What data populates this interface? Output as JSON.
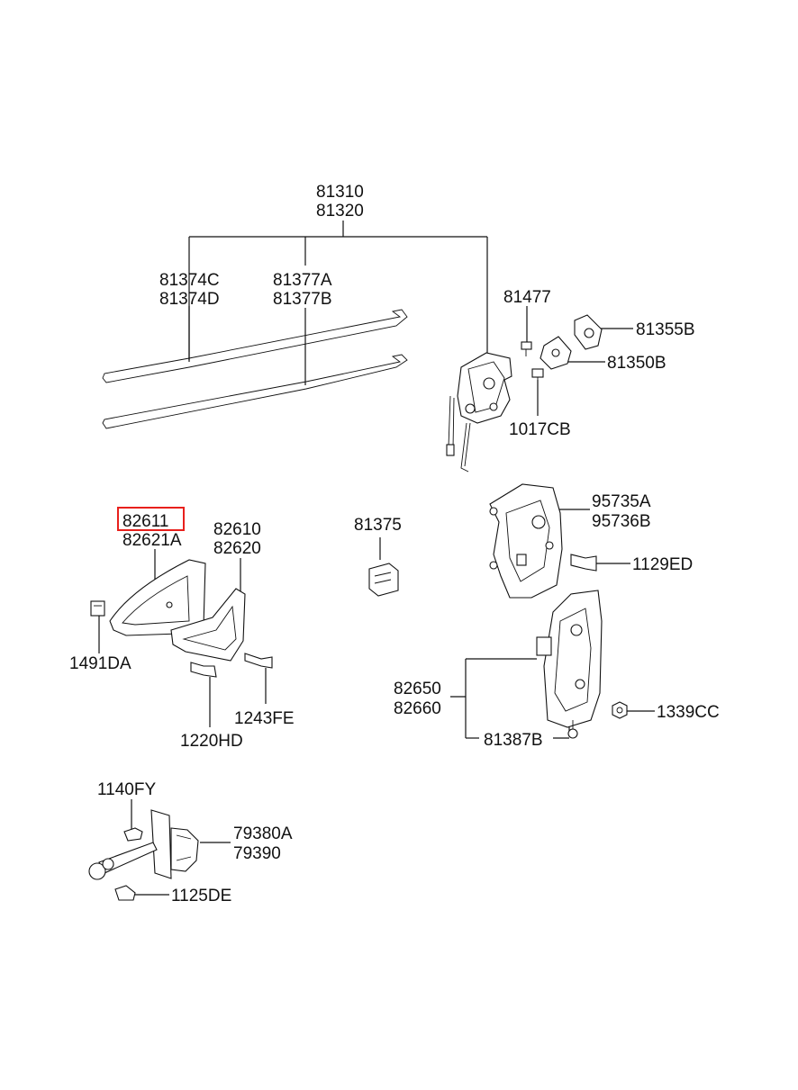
{
  "labels": {
    "l81310": "81310",
    "l81320": "81320",
    "l81374C": "81374C",
    "l81374D": "81374D",
    "l81377A": "81377A",
    "l81377B": "81377B",
    "l81477": "81477",
    "l81355B": "81355B",
    "l81350B": "81350B",
    "l1017CB": "1017CB",
    "l82611": "82611",
    "l82621A": "82621A",
    "l82610": "82610",
    "l82620": "82620",
    "l81375": "81375",
    "l95735A": "95735A",
    "l95736B": "95736B",
    "l1129ED": "1129ED",
    "l1491DA": "1491DA",
    "l1243FE": "1243FE",
    "l1220HD": "1220HD",
    "l82650": "82650",
    "l82660": "82660",
    "l1339CC": "1339CC",
    "l81387B": "81387B",
    "l1140FY": "1140FY",
    "l79380A": "79380A",
    "l79390": "79390",
    "l1125DE": "1125DE"
  },
  "highlight": {
    "label": "82611",
    "color": "#e8201c"
  }
}
